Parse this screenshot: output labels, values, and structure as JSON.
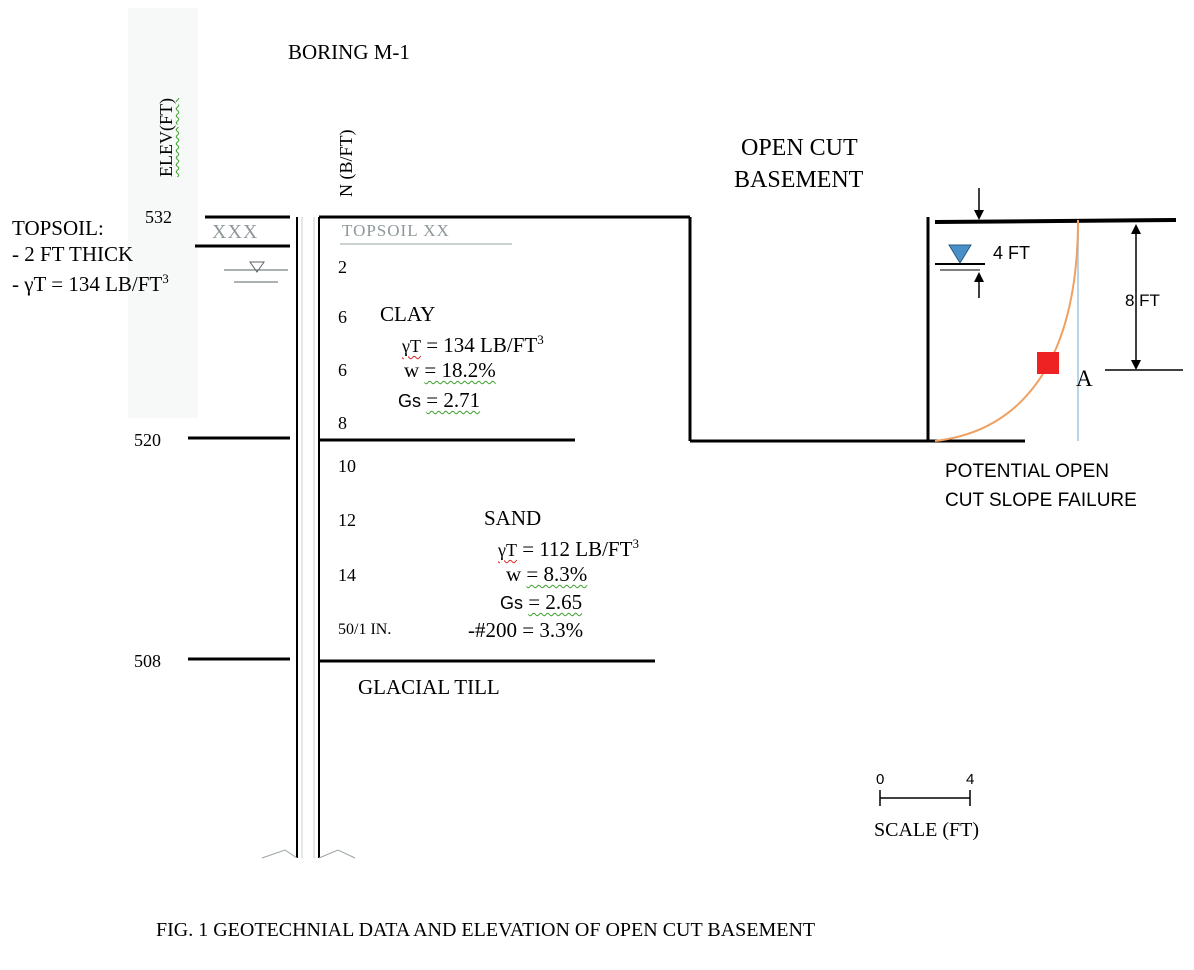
{
  "boring": {
    "title": "BORING M-1",
    "elev_header": "ELEV(FT)",
    "n_header": "N (B/FT)",
    "elevations": [
      "532",
      "520",
      "508"
    ],
    "n_values": [
      "2",
      "6",
      "6",
      "8",
      "10",
      "12",
      "14",
      "50/1 IN."
    ],
    "topsoil_hatch": "XXX",
    "topsoil_inlog": "TOPSOIL XX",
    "water_symbol": "water-table-symbol"
  },
  "topsoil": {
    "title": "TOPSOIL:",
    "thick": "- 2 FT THICK",
    "unit_weight": "- γT = 134 LB/FT",
    "unit_exp": "3"
  },
  "clay": {
    "title": "CLAY",
    "gamma_sym": "γT",
    "gamma_val": "= 134 LB/FT",
    "gamma_exp": "3",
    "w_sym": "w",
    "w_val": "=  18.2%",
    "gs_sym": "Gs",
    "gs_val": "=  2.71"
  },
  "sand": {
    "title": "SAND",
    "gamma_sym": "γT",
    "gamma_val": "= 112 LB/FT",
    "gamma_exp": "3",
    "w_sym": "w",
    "w_val": "=  8.3%",
    "gs_sym": "Gs",
    "gs_val": "=  2.65",
    "fines": "-#200 = 3.3%"
  },
  "till": {
    "title": "GLACIAL TILL"
  },
  "basement": {
    "title_line1": "OPEN CUT",
    "title_line2": "BASEMENT"
  },
  "slope": {
    "dim_water": "4 FT",
    "dim_total": "8 FT",
    "point_label": "A",
    "failure_line1": "POTENTIAL OPEN",
    "failure_line2": "CUT SLOPE FAILURE",
    "point_color": "#ee2222",
    "arc_color": "#f0a060",
    "water_color": "#4a90c8"
  },
  "scale": {
    "start": "0",
    "end": "4",
    "label": "SCALE (FT)"
  },
  "caption": "FIG. 1 GEOTECHNIAL DATA AND ELEVATION OF OPEN CUT BASEMENT"
}
